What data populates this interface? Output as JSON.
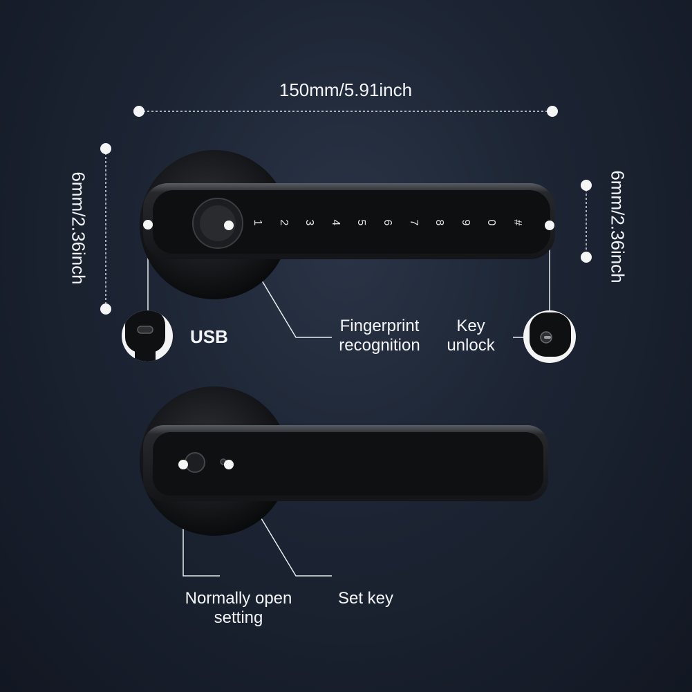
{
  "dimensions": {
    "width": "150mm/5.91inch",
    "height_left": "6mm/2.36inch",
    "height_right": "6mm/2.36inch"
  },
  "keypad": [
    "1",
    "2",
    "3",
    "4",
    "5",
    "6",
    "7",
    "8",
    "9",
    "0",
    "#"
  ],
  "callouts": {
    "usb": "USB",
    "fingerprint_line1": "Fingerprint",
    "fingerprint_line2": "recognition",
    "key_line1": "Key",
    "key_line2": "unlock",
    "normally_open_line1": "Normally open",
    "normally_open_line2": "setting",
    "set_key": "Set key"
  }
}
